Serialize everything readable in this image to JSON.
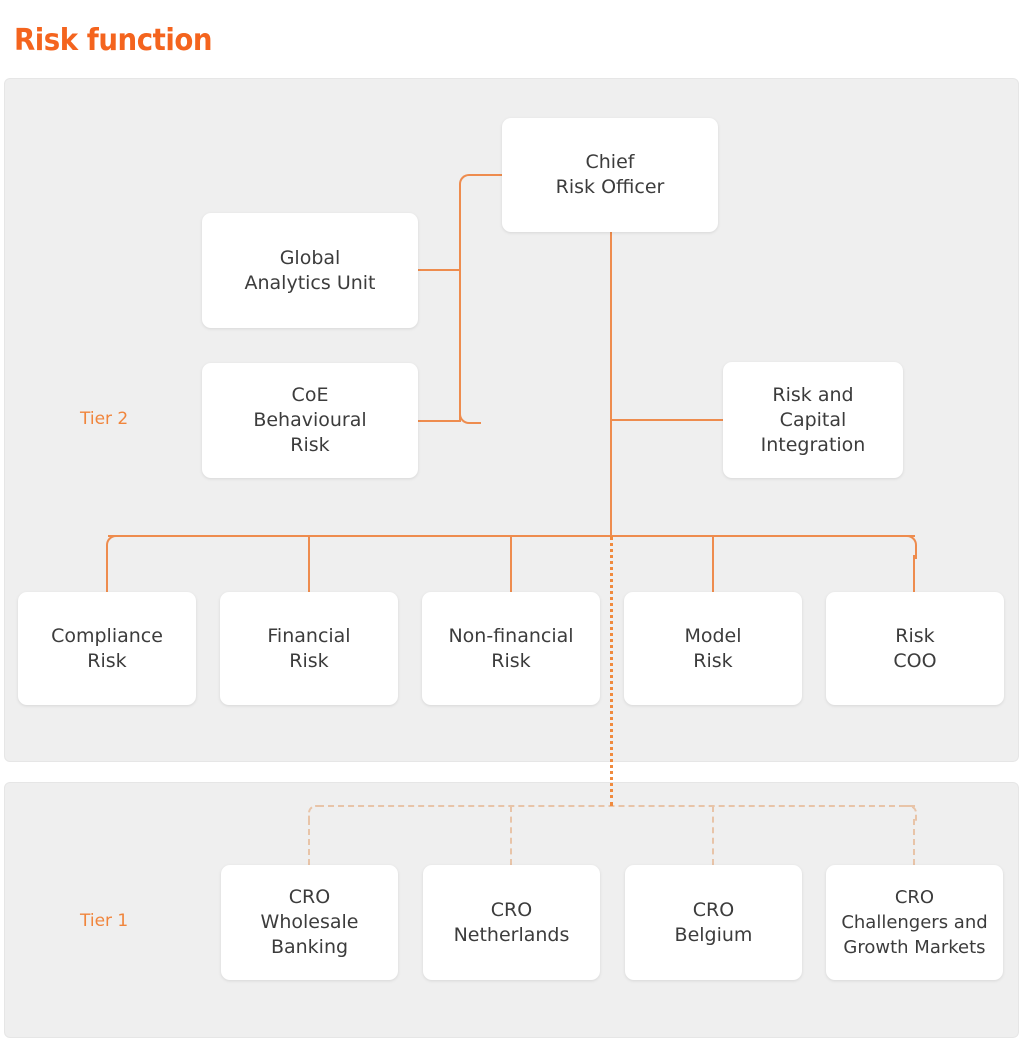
{
  "page": {
    "title": "Risk function",
    "accent_color": "#F4641E",
    "connector_color": "#EE8C4E",
    "dashed_connector_color": "#E8C4A8",
    "panel_background": "#EFEFEF",
    "node_background": "#FFFFFF",
    "node_text_color": "#3C3C3C"
  },
  "tiers": [
    {
      "id": "tier2",
      "label": "Tier 2"
    },
    {
      "id": "tier1",
      "label": "Tier 1"
    }
  ],
  "chart_data": {
    "type": "diagram",
    "title": "Risk function",
    "layout": "organisational-hierarchy",
    "root": "Chief Risk Officer",
    "nodes": [
      {
        "id": "cro",
        "label": "Chief\nRisk Officer",
        "tier": "Tier 2",
        "level": 0
      },
      {
        "id": "gau",
        "label": "Global\nAnalytics Unit",
        "tier": "Tier 2",
        "level": 1
      },
      {
        "id": "coe",
        "label": "CoE\nBehavioural\nRisk",
        "tier": "Tier 2",
        "level": 1
      },
      {
        "id": "rci",
        "label": "Risk and\nCapital\nIntegration",
        "tier": "Tier 2",
        "level": 1
      },
      {
        "id": "compliance",
        "label": "Compliance\nRisk",
        "tier": "Tier 2",
        "level": 2
      },
      {
        "id": "financial",
        "label": "Financial\nRisk",
        "tier": "Tier 2",
        "level": 2
      },
      {
        "id": "nonfinancial",
        "label": "Non-financial\nRisk",
        "tier": "Tier 2",
        "level": 2
      },
      {
        "id": "model",
        "label": "Model\nRisk",
        "tier": "Tier 2",
        "level": 2
      },
      {
        "id": "coo",
        "label": "Risk\nCOO",
        "tier": "Tier 2",
        "level": 2
      },
      {
        "id": "cro-wb",
        "label": "CRO\nWholesale\nBanking",
        "tier": "Tier 1",
        "level": 3
      },
      {
        "id": "cro-nl",
        "label": "CRO\nNetherlands",
        "tier": "Tier 1",
        "level": 3
      },
      {
        "id": "cro-be",
        "label": "CRO\nBelgium",
        "tier": "Tier 1",
        "level": 3
      },
      {
        "id": "cro-cgm",
        "label": "CRO\nChallengers and\nGrowth Markets",
        "tier": "Tier 1",
        "level": 3
      }
    ],
    "edges": [
      {
        "from": "cro",
        "to": "gau",
        "style": "solid"
      },
      {
        "from": "cro",
        "to": "coe",
        "style": "solid"
      },
      {
        "from": "cro",
        "to": "rci",
        "style": "solid"
      },
      {
        "from": "cro",
        "to": "compliance",
        "style": "solid"
      },
      {
        "from": "cro",
        "to": "financial",
        "style": "solid"
      },
      {
        "from": "cro",
        "to": "nonfinancial",
        "style": "solid"
      },
      {
        "from": "cro",
        "to": "model",
        "style": "solid"
      },
      {
        "from": "cro",
        "to": "coo",
        "style": "solid"
      },
      {
        "from": "cro",
        "to": "cro-wb",
        "style": "dashed"
      },
      {
        "from": "cro",
        "to": "cro-nl",
        "style": "dashed"
      },
      {
        "from": "cro",
        "to": "cro-be",
        "style": "dashed"
      },
      {
        "from": "cro",
        "to": "cro-cgm",
        "style": "dashed"
      }
    ]
  }
}
